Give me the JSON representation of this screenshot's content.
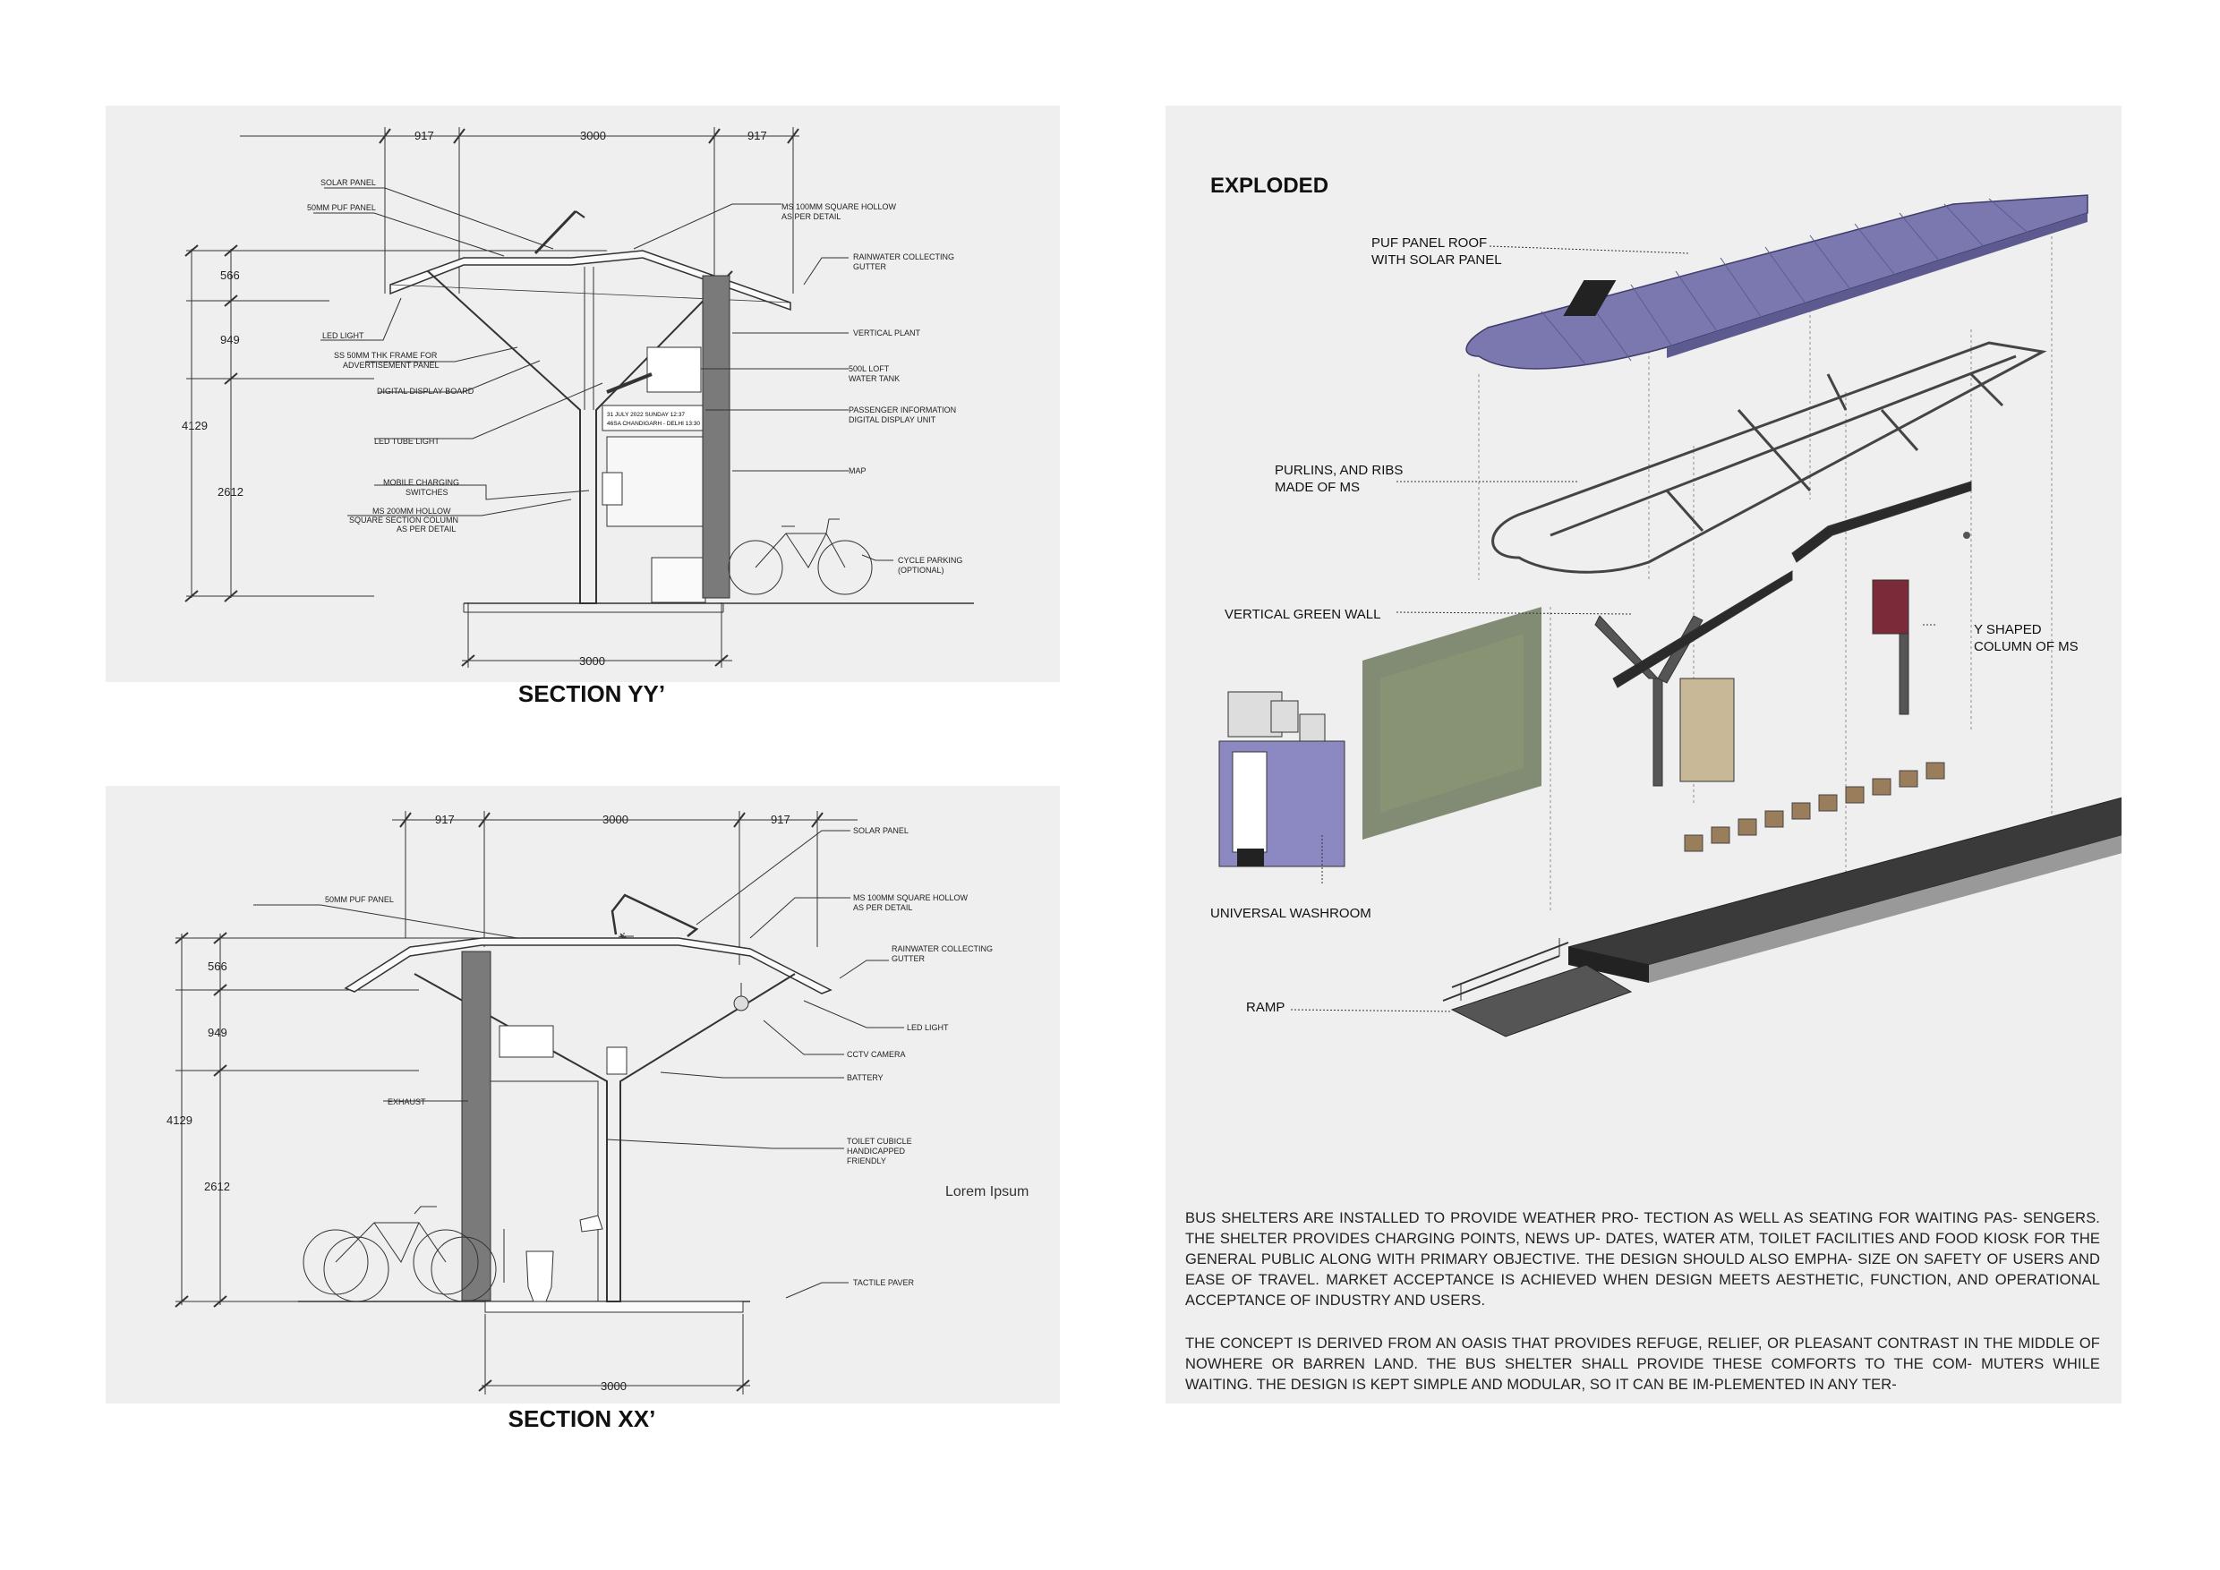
{
  "section_yy": {
    "title": "SECTION YY’",
    "dims": {
      "top_left": "917",
      "top_mid": "3000",
      "top_right": "917",
      "v566": "566",
      "v949": "949",
      "v4129": "4129",
      "v2612": "2612",
      "bottom": "3000"
    },
    "labels": {
      "solar_panel": "SOLAR PANEL",
      "puf_panel": "50MM PUF PANEL",
      "led_light": "LED LIGHT",
      "ss_frame_1": "SS 50MM THK FRAME FOR",
      "ss_frame_2": "ADVERTISEMENT PANEL",
      "digital_display": "DIGITAL DISPLAY BOARD",
      "led_tube": "LED TUBE LIGHT",
      "mobile_1": "MOBILE CHARGING",
      "mobile_2": "SWITCHES",
      "column_1": "MS 200MM HOLLOW",
      "column_2": "SQUARE SECTION COLUMN",
      "column_3": "AS PER DETAIL",
      "ms100_1": "MS 100MM SQUARE HOLLOW",
      "ms100_2": "AS PER DETAIL",
      "gutter_1": "RAINWATER COLLECTING",
      "gutter_2": "GUTTER",
      "vertical_plant": "VERTICAL PLANT",
      "tank_1": "500L LOFT",
      "tank_2": "WATER TANK",
      "pidu_1": "PASSENGER INFORMATION",
      "pidu_2": "DIGITAL DISPLAY UNIT",
      "map": "MAP",
      "cycle_1": "CYCLE PARKING",
      "cycle_2": "(OPTIONAL)",
      "display_1": "31 JULY 2022 SUNDAY 12:37",
      "display_2": "46SA CHANDIGARH - DELHI 13:30"
    }
  },
  "section_xx": {
    "title": "SECTION XX’",
    "dims": {
      "top_left": "917",
      "top_mid": "3000",
      "top_right": "917",
      "v566": "566",
      "v949": "949",
      "v4129": "4129",
      "v2612": "2612",
      "bottom": "3000"
    },
    "labels": {
      "solar_panel": "SOLAR PANEL",
      "puf_panel": "50MM PUF PANEL",
      "ms100_1": "MS 100MM SQUARE HOLLOW",
      "ms100_2": "AS PER DETAIL",
      "gutter_1": "RAINWATER COLLECTING",
      "gutter_2": "GUTTER",
      "led_light": "LED LIGHT",
      "cctv": "CCTV CAMERA",
      "battery": "BATTERY",
      "exhaust": "EXHAUST",
      "toilet_1": "TOILET CUBICLE",
      "toilet_2": "HANDICAPPED",
      "toilet_3": "FRIENDLY",
      "paver": "TACTILE PAVER"
    },
    "note": "Lorem Ipsum"
  },
  "exploded": {
    "title": "EXPLODED",
    "labels": {
      "roof_1": "PUF PANEL ROOF",
      "roof_2": "WITH SOLAR PANEL",
      "purlins_1": "PURLINS, AND RIBS",
      "purlins_2": "MADE OF MS",
      "green_wall": "VERTICAL GREEN WALL",
      "yshape_1": "Y SHAPED",
      "yshape_2": "COLUMN OF MS",
      "washroom": "UNIVERSAL WASHROOM",
      "ramp": "RAMP"
    },
    "paragraphs": [
      "BUS SHELTERS ARE INSTALLED TO PROVIDE WEATHER PRO- TECTION AS WELL AS SEATING FOR WAITING PAS- SENGERS. THE SHELTER PROVIDES CHARGING POINTS, NEWS UP- DATES, WATER ATM, TOILET FACILITIES AND FOOD KIOSK FOR THE GENERAL PUBLIC ALONG WITH PRIMARY OBJECTIVE. THE DESIGN SHOULD ALSO EMPHA- SIZE ON SAFETY OF USERS AND EASE OF TRAVEL. MARKET ACCEPTANCE IS ACHIEVED WHEN DESIGN MEETS AESTHETIC, FUNCTION, AND OPERATIONAL ACCEPTANCE OF INDUSTRY AND USERS.",
      "THE CONCEPT IS DERIVED FROM AN OASIS THAT PROVIDES REFUGE, RELIEF, OR PLEASANT CONTRAST IN THE MIDDLE OF NOWHERE OR BARREN LAND. THE BUS SHELTER SHALL PROVIDE THESE COMFORTS TO THE COM- MUTERS WHILE WAITING. THE DESIGN IS KEPT SIMPLE AND MODULAR, SO IT CAN BE IM-PLEMENTED IN ANY TER-"
    ]
  },
  "colors": {
    "panel_bg": "#efefef",
    "roof": "#7b78b0",
    "green": "#6f7a5f",
    "washroom": "#8c89c2"
  }
}
